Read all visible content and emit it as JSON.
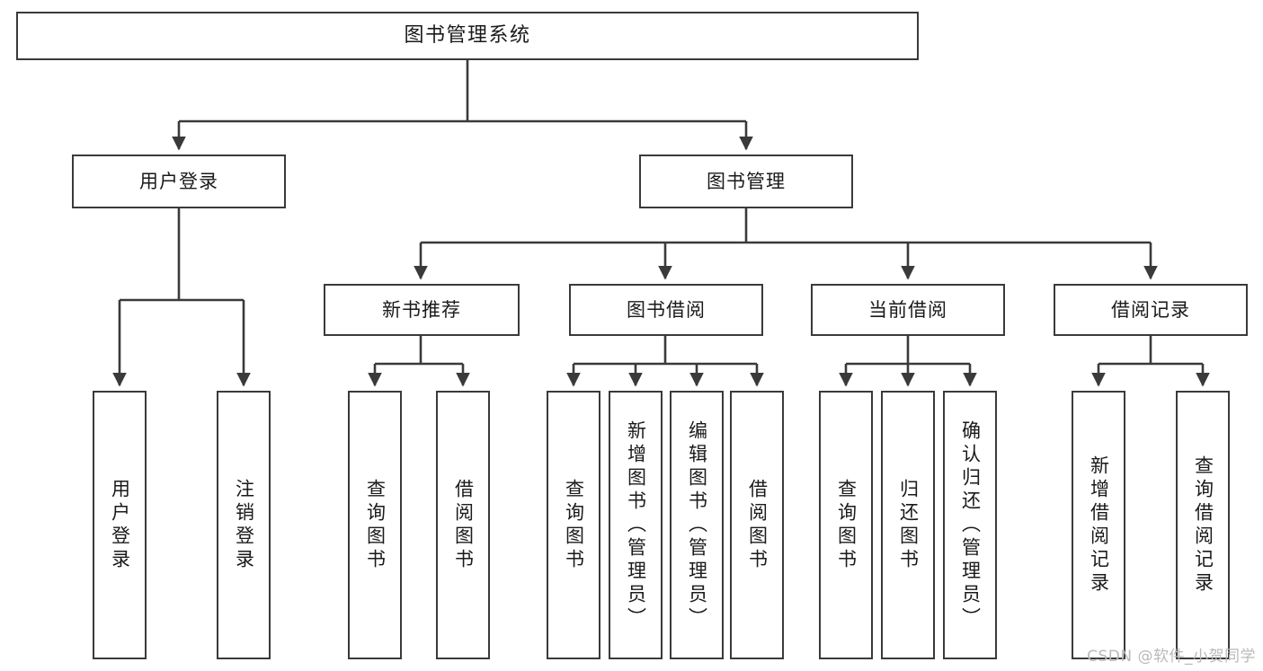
{
  "diagram": {
    "type": "tree-hierarchy",
    "title": "图书管理系统",
    "watermark": "CSDN @软件_小贺同学",
    "colors": {
      "box_border": "#3a3a3a",
      "box_fill": "#ffffff",
      "connector": "#3a3a3a",
      "text": "#1a1a1a",
      "watermark": "#b9b9b9",
      "background": "#ffffff"
    },
    "nodes": {
      "root": {
        "label": "图书管理系统"
      },
      "level2": [
        {
          "id": "user-login",
          "label": "用户登录"
        },
        {
          "id": "book-management",
          "label": "图书管理"
        }
      ],
      "level3": [
        {
          "id": "new-book-recommend",
          "label": "新书推荐"
        },
        {
          "id": "book-borrow",
          "label": "图书借阅"
        },
        {
          "id": "current-borrow",
          "label": "当前借阅"
        },
        {
          "id": "borrow-record",
          "label": "借阅记录"
        }
      ],
      "leaves": {
        "user_login": [
          {
            "id": "leaf-user-login",
            "label": "用户登录"
          },
          {
            "id": "leaf-logout",
            "label": "注销登录"
          }
        ],
        "new_book_recommend": [
          {
            "id": "leaf-query-book-1",
            "label": "查询图书"
          },
          {
            "id": "leaf-borrow-book-1",
            "label": "借阅图书"
          }
        ],
        "book_borrow": [
          {
            "id": "leaf-query-book-2",
            "label": "查询图书"
          },
          {
            "id": "leaf-add-book",
            "label": "新增图书（管理员）"
          },
          {
            "id": "leaf-edit-book",
            "label": "编辑图书（管理员）"
          },
          {
            "id": "leaf-borrow-book-2",
            "label": "借阅图书"
          }
        ],
        "current_borrow": [
          {
            "id": "leaf-query-book-3",
            "label": "查询图书"
          },
          {
            "id": "leaf-return-book",
            "label": "归还图书"
          },
          {
            "id": "leaf-confirm-return",
            "label": "确认归还（管理员）"
          }
        ],
        "borrow_record": [
          {
            "id": "leaf-add-record",
            "label": "新增借阅记录"
          },
          {
            "id": "leaf-query-record",
            "label": "查询借阅记录"
          }
        ]
      }
    },
    "edges": [
      {
        "from": "图书管理系统",
        "to": "用户登录"
      },
      {
        "from": "图书管理系统",
        "to": "图书管理"
      },
      {
        "from": "用户登录",
        "to": "用户登录"
      },
      {
        "from": "用户登录",
        "to": "注销登录"
      },
      {
        "from": "图书管理",
        "to": "新书推荐"
      },
      {
        "from": "图书管理",
        "to": "图书借阅"
      },
      {
        "from": "图书管理",
        "to": "当前借阅"
      },
      {
        "from": "图书管理",
        "to": "借阅记录"
      },
      {
        "from": "新书推荐",
        "to": "查询图书"
      },
      {
        "from": "新书推荐",
        "to": "借阅图书"
      },
      {
        "from": "图书借阅",
        "to": "查询图书"
      },
      {
        "from": "图书借阅",
        "to": "新增图书（管理员）"
      },
      {
        "from": "图书借阅",
        "to": "编辑图书（管理员）"
      },
      {
        "from": "图书借阅",
        "to": "借阅图书"
      },
      {
        "from": "当前借阅",
        "to": "查询图书"
      },
      {
        "from": "当前借阅",
        "to": "归还图书"
      },
      {
        "from": "当前借阅",
        "to": "确认归还（管理员）"
      },
      {
        "from": "借阅记录",
        "to": "新增借阅记录"
      },
      {
        "from": "借阅记录",
        "to": "查询借阅记录"
      }
    ]
  }
}
